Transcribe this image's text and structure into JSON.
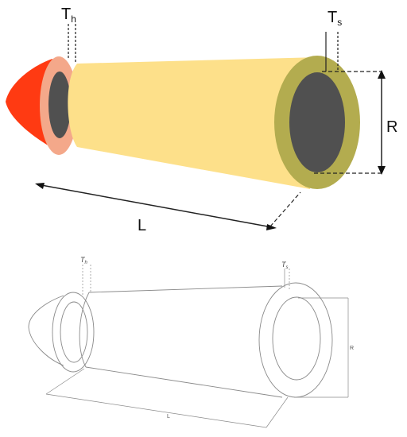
{
  "top_diagram": {
    "label_th": "T",
    "label_th_sub": "h",
    "label_ts": "T",
    "label_ts_sub": "s",
    "label_r": "R",
    "label_l": "L",
    "colors": {
      "cap": "#ff3a12",
      "head_ring": "#f4a88a",
      "cylinder": "#fde08a",
      "shell_ring": "#b3ac4f",
      "bore": "#505050"
    }
  },
  "bottom_diagram": {
    "label_th": "T",
    "label_th_sub": "h",
    "label_ts": "T",
    "label_ts_sub": "s",
    "label_r": "R",
    "label_l": "L"
  }
}
